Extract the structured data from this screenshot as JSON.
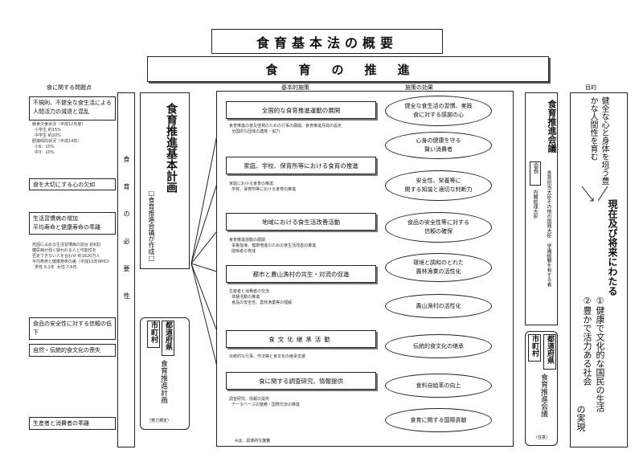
{
  "title": "食育基本法の概要",
  "banner": "食育の推進",
  "headers": {
    "problems": "食に関する問題点",
    "policies": "基本的施策",
    "effects": "施策の効果",
    "goals": "目的"
  },
  "problems": [
    {
      "text": "不規則、不健全な食生活による人間活力の減退と混乱",
      "note": "朝食欠食状況（平成12年度）\n  小学生 約15%\n  中学生 約20%\n肥満傾向状況（平成14年）\n  小6：10%\n  中3：10%"
    },
    {
      "text": "食を大切にする心の欠如",
      "note": ""
    },
    {
      "text": "生活習慣病の増加\n平均寿命と健康寿命の乖離",
      "note": "死因に占める生活習慣病の割合 約6割\n糖尿病が強く疑われる人と可能性を\n否定できない人を合わせ 約1620万人\n平均寿命と健康寿命の差（平成13年WHO）\n  男性 6.1年  女性 7.6年"
    },
    {
      "text": "食品の安全性に対する信頼の低下",
      "note": ""
    },
    {
      "text": "自然・伝統的食文化の喪失",
      "note": ""
    },
    {
      "text": "生産者と消費者の乖離",
      "note": ""
    }
  ],
  "necessity": "食育の必要性",
  "plan": {
    "title": "食育推進基本計画",
    "sub": "□食育推進会議が作成□",
    "pref_label": "都道府県",
    "muni_label": "市町村",
    "local_plan": "食育推進計画",
    "effort": "（努力規定）"
  },
  "policies": [
    {
      "label": "全国的な食育推進運動の展開",
      "note": "食育推進の普及啓発のための行事の展開、食育推進月間の設定\n  全国的な団体の連携・協力"
    },
    {
      "label": "家庭、学校、保育所等における食育の推進",
      "note": "家庭における食育の推進\n  学校、保育所等における食育の推進"
    },
    {
      "label": "地域における食生活改善活動",
      "note": "食育推進運動の展開\n  栄養指導、健康増進のための食生活改善の推進\n  関係者の育成"
    },
    {
      "label": "都市と農山漁村の共生・対流の促進",
      "note": "生産者と消費者の交流\n  体験活動の推進\n  食品の安全性、農林漁業等の理解"
    },
    {
      "label": "食文化継承活動",
      "note": "伝統的な行事、作法等と食文化の継承支援"
    },
    {
      "label": "食に関する調査研究、情報提供",
      "note": "調査研究、情報の提供\n  データベースの整備・国際交流の推進"
    }
  ],
  "policy_footer": "※は、具体的な施策",
  "effects": [
    "健全な食生活の習慣、実践\n食に対する感謝の心",
    "心身の健康を守る\n賢い消費者",
    "安全性、栄養等に\n関する知識と適切な判断力",
    "食品の安全性等に対する\n信頼の確保",
    "環境と調和のとれた\n農林漁業の活性化",
    "農山漁村の活性化",
    "伝統的食文化の継承",
    "食料自給率の向上",
    "食育に関する国際貢献"
  ],
  "council": {
    "title": "食育推進会議",
    "chair_label": "会長",
    "chair": "内閣総理大臣",
    "members": "食育担当大臣その他の国務大臣 学識経験を有する者",
    "pref_label": "都道府県",
    "muni_label": "市町村",
    "local": "食育推進会議",
    "local_note": "（任意）"
  },
  "goal": {
    "top": "健全な心と身体を培う豊かな人間性を育む",
    "main": "現在及び将来にわたる",
    "item1": "①健康で文化的な国民の生活",
    "item2": "②豊かで活力ある社会",
    "end": "の実現"
  }
}
